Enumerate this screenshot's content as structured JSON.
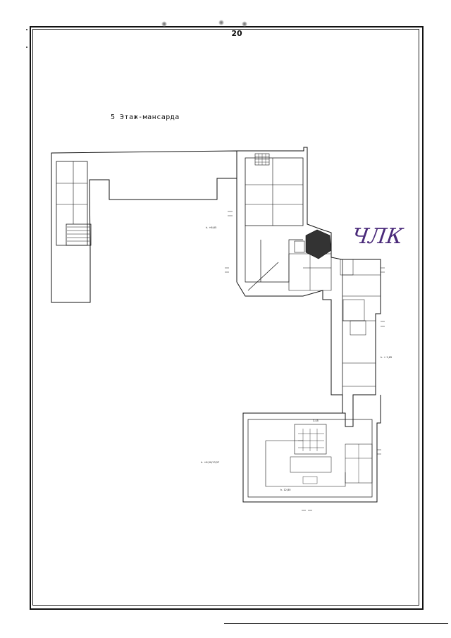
{
  "page": {
    "number": "20",
    "floor_title": "5 Этаж-мансарда",
    "handwritten_note": "ЧЛК",
    "plan_labels": {
      "level_a": "h. +6,65",
      "level_b": "h. + 2,65",
      "level_c": "h. +6,50/13,57",
      "level_d": "h. 12,80",
      "level_e": "3.45"
    }
  },
  "colors": {
    "ink": "#111111",
    "note": "#4a2a7a",
    "paper": "#ffffff"
  }
}
